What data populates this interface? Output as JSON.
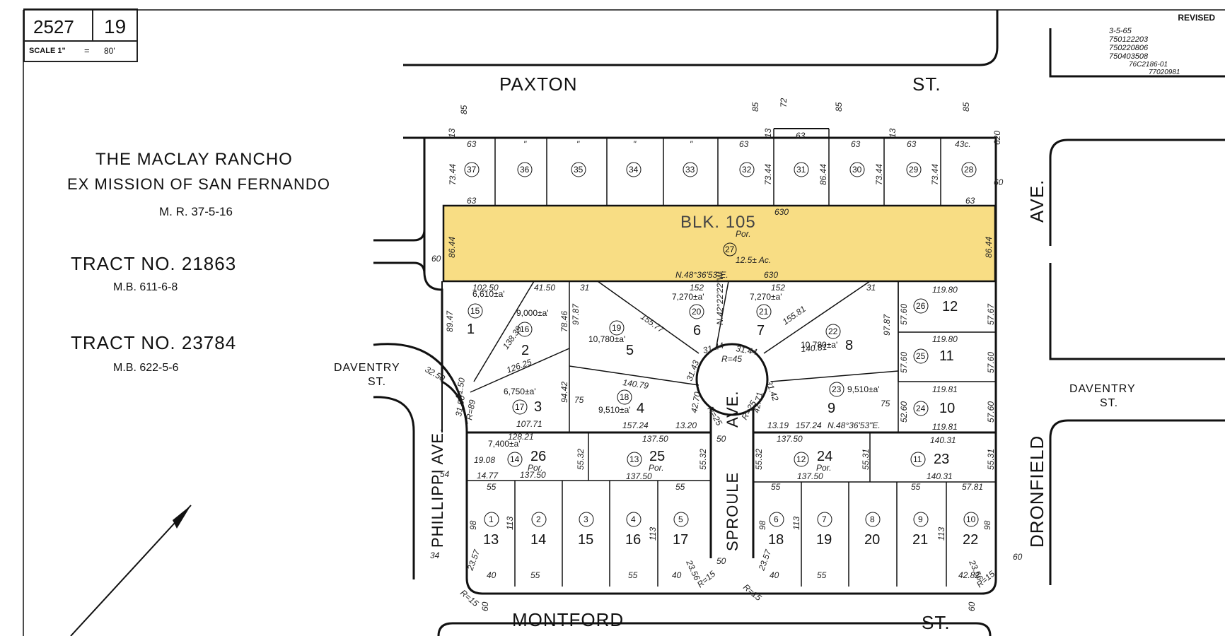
{
  "header": {
    "book": "2527",
    "page": "19",
    "scale_label": "SCALE 1\"",
    "scale_eq": "=",
    "scale_value": "80'"
  },
  "revised": {
    "label": "REVISED",
    "entries": [
      "3-5-65",
      "750122203",
      "750220806",
      "750403508",
      "76C2186-01",
      "77020981"
    ]
  },
  "title": {
    "line1": "THE MACLAY RANCHO",
    "line2": "EX MISSION OF SAN FERNANDO",
    "ref": "M. R. 37-5-16",
    "tract1": "TRACT NO. 21863",
    "tract1_ref": "M.B. 611-6-8",
    "tract2": "TRACT NO. 23784",
    "tract2_ref": "M.B. 622-5-6"
  },
  "streets": {
    "paxton": "PAXTON",
    "paxton_st": "ST.",
    "montford": "MONTFORD",
    "montford_st": "ST.",
    "daventry_left_1": "DAVENTRY",
    "daventry_left_2": "ST.",
    "daventry_right_1": "DAVENTRY",
    "daventry_right_2": "ST.",
    "ave_right": "AVE.",
    "dronfield": "DRONFIELD",
    "phillippi": "PHILLIPPI AVE.",
    "sproule": "SPROULE",
    "sproule_ave": "AVE."
  },
  "block": {
    "label": "BLK. 105",
    "por": "Por.",
    "parcel": "27",
    "acreage": "12.5± Ac.",
    "bearing": "N.48°36'53\"E.",
    "dim_top": "630",
    "dim_bottom": "630",
    "dim_left": "86.44",
    "dim_right": "86.44",
    "highlight_color": "#f8dd84"
  },
  "top_row": {
    "parcels": [
      "37",
      "36",
      "35",
      "34",
      "33",
      "32",
      "31",
      "30",
      "29",
      "28"
    ],
    "width_labels": [
      "63",
      "\"",
      "\"",
      "\"",
      "\"",
      "63",
      "63",
      "63",
      "63",
      "43c."
    ],
    "depth_labels": [
      "73.44",
      "73.44",
      "86.44",
      "73.44",
      "73.44"
    ]
  },
  "mid_lots": [
    {
      "lot": "1",
      "parcel": "15",
      "area": "6,610±a'"
    },
    {
      "lot": "2",
      "parcel": "16",
      "area": "9,000±a'"
    },
    {
      "lot": "3",
      "parcel": "17",
      "area": "6,750±a'"
    },
    {
      "lot": "4",
      "parcel": "18",
      "area": "9,510±a'"
    },
    {
      "lot": "5",
      "parcel": "19",
      "area": "10,780±a'"
    },
    {
      "lot": "6",
      "parcel": "20",
      "area": "7,270±a'"
    },
    {
      "lot": "7",
      "parcel": "21",
      "area": "7,270±a'"
    },
    {
      "lot": "8",
      "parcel": "22",
      "area": "10,780±a'"
    },
    {
      "lot": "9",
      "parcel": "23",
      "area": "9,510±a'"
    },
    {
      "lot": "10",
      "parcel": "24",
      "area": ""
    },
    {
      "lot": "11",
      "parcel": "25",
      "area": ""
    },
    {
      "lot": "12",
      "parcel": "26",
      "area": ""
    }
  ],
  "strip_lots": [
    {
      "lot": "26",
      "parcel": "14",
      "note": "Por.",
      "area": "7,400±a'"
    },
    {
      "lot": "25",
      "parcel": "13",
      "note": "Por.",
      "area": ""
    },
    {
      "lot": "24",
      "parcel": "12",
      "note": "Por.",
      "area": ""
    },
    {
      "lot": "23",
      "parcel": "11",
      "note": "",
      "area": ""
    }
  ],
  "bottom_row": {
    "lots": [
      "13",
      "14",
      "15",
      "16",
      "17",
      "18",
      "19",
      "20",
      "21",
      "22"
    ],
    "parcels": [
      "1",
      "2",
      "3",
      "4",
      "5",
      "6",
      "7",
      "8",
      "9",
      "10"
    ]
  },
  "dims": {
    "d102_50": "102.50",
    "d41_50": "41.50",
    "d31a": "31",
    "d152a": "152",
    "d152b": "152",
    "d31b": "31",
    "d119_80": "119.80",
    "d119_80b": "119.80",
    "d119_81": "119.81",
    "d119_81b": "119.81",
    "d57_67": "57.67",
    "d57_60a": "57.60",
    "d57_60b": "57.60",
    "d57_60c": "57.60",
    "d57_60d": "57.60",
    "d52_60": "52.60",
    "d89_47": "89.47",
    "d138_39": "138.39",
    "d78_46": "78.46",
    "d97_87": "97.87",
    "d155_77": "155.77",
    "d155_81": "155.81",
    "d97_87b": "97.87",
    "d126_25": "126.25",
    "d140_79": "140.79",
    "d140_81": "140.81",
    "d94_42": "94.42",
    "d75a": "75",
    "d75b": "75",
    "d107_71": "107.71",
    "d157_24": "157.24",
    "d157_24b": "157.24",
    "d13_20": "13.20",
    "d13_19": "13.19",
    "d128_21": "128.21",
    "d137_50": "137.50",
    "d137_50b": "137.50",
    "d137_50c": "137.50",
    "d137_50d": "137.50",
    "d137_50e": "137.50",
    "d140_31": "140.31",
    "d140_31b": "140.31",
    "d55_32a": "55.32",
    "d55_32b": "55.32",
    "d55_32c": "55.32",
    "d55_31": "55.31",
    "d55_31b": "55.31",
    "d19_08": "19.08",
    "d14_77": "14.77",
    "d54": "54",
    "d34": "34",
    "d50": "50",
    "d50b": "50",
    "d60a": "60",
    "d60b": "60",
    "d60c": "60",
    "d60d": "60",
    "d55a": "55",
    "d55b": "55",
    "d55c": "55",
    "d55d": "55",
    "d55e": "55",
    "d55f": "55",
    "d55g": "55",
    "d40a": "40",
    "d40b": "40",
    "d40c": "40",
    "d57_81": "57.81",
    "d42_82": "42.82",
    "d23_57a": "23.57",
    "d23_57b": "23.57",
    "d23_56a": "23.56",
    "d23_56b": "23.56",
    "d98a": "98",
    "d98b": "98",
    "d98c": "98",
    "d113a": "113",
    "d113b": "113",
    "d113c": "113",
    "d113d": "113",
    "r45": "R=45",
    "r89": "R=89",
    "r25a": "R=25",
    "r25b": "R=25",
    "r15a": "R=15",
    "r15b": "R=15",
    "r15c": "R=15",
    "r15d": "R=15",
    "d31_44a": "31.44",
    "d31_44b": "31.44",
    "d31_43": "31.43",
    "d31_42": "31.42",
    "d42_70": "42.70",
    "d42_71": "42.71",
    "d32_50": "32.50",
    "d31_50": "31.50",
    "d31_50b": "31.50",
    "bearing_mid": "N.48°36'53\"E.",
    "bearing_ne": "N.42°22'22\"W.",
    "d85a": "85",
    "d85b": "85",
    "d85c": "85",
    "d85d": "85",
    "d72": "72",
    "d63": "63",
    "d63b": "63",
    "d13a": "13",
    "d13b": "13",
    "d13c": "13",
    "d620": "620",
    "d60": "60"
  }
}
